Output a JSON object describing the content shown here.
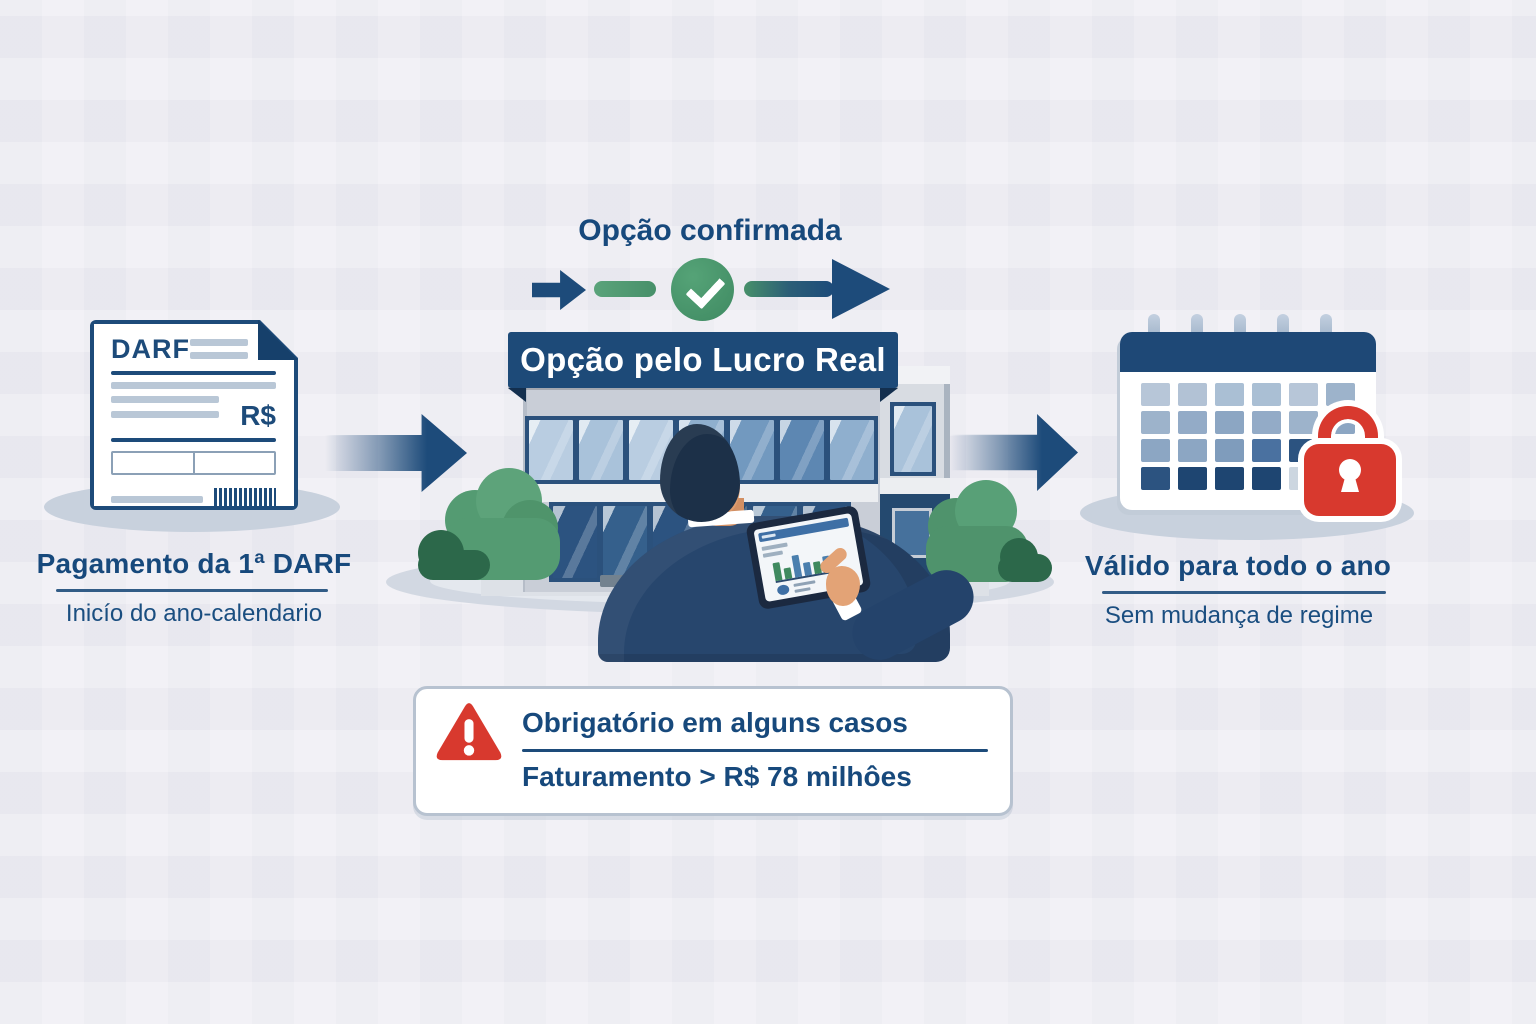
{
  "diagram": {
    "colors": {
      "navy": "#1d4b7a",
      "green": "#47906a",
      "red": "#d8392e",
      "background": "#edecf2"
    },
    "step_darf": {
      "doc_title": "DARF",
      "doc_currency": "R$",
      "caption": "Pagamento da 1ª DARF",
      "subcaption": "Inicío do ano-calendario"
    },
    "step_option": {
      "status_label": "Opção confirmada",
      "building_sign": "Opção pelo Lucro Real"
    },
    "step_valid": {
      "caption": "Válido para todo o ano",
      "subcaption": "Sem mudança de regime"
    },
    "warning_box": {
      "title": "Obrigatório em alguns casos",
      "detail": "Faturamento > R$ 78 milhôes"
    },
    "building": {
      "window_panes": [
        "#b9cde1",
        "#a9c2da",
        "#b9cde1",
        "#8fafce",
        "#7299bf",
        "#5d87b2",
        "#8fafce"
      ],
      "door_panes": [
        "#2c5380",
        "#35608c",
        "#2c5380",
        "#24496f",
        "#35608c",
        "#2c5380"
      ]
    },
    "calendar_icon": {
      "cell_colors": [
        [
          "#b7c6d8",
          "#b2c2d5",
          "#aabfd4",
          "#aabfd4",
          "#b7c6d8",
          "#9db3cb"
        ],
        [
          "#9db3cb",
          "#93abc7",
          "#8ca6c3",
          "#93abc7",
          "#9db3cb",
          "#8ca6c3"
        ],
        [
          "#8ca6c3",
          "#8ca6c3",
          "#7f9cbc",
          "#4a71a0",
          "#2c5380",
          "#2c5380"
        ],
        [
          "#2c5380",
          "#1e4571",
          "#1e4571",
          "#1e4571",
          "#ccd6e0",
          "#ccd6e0"
        ]
      ]
    },
    "tablet_chart": {
      "bars": [
        {
          "h": 18,
          "color": "#3f8a5f"
        },
        {
          "h": 11,
          "color": "#3f8a5f"
        },
        {
          "h": 22,
          "color": "#4a7fae"
        },
        {
          "h": 13,
          "color": "#4a7fae"
        },
        {
          "h": 12,
          "color": "#3f8a5f"
        },
        {
          "h": 16,
          "color": "#4a7fae"
        }
      ]
    }
  }
}
